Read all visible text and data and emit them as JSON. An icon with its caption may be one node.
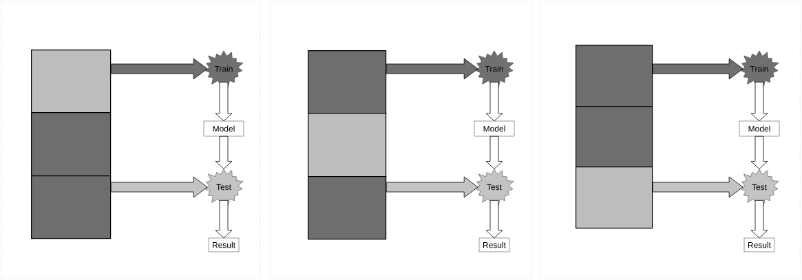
{
  "diagram": {
    "nodes": [
      {
        "text": [],
        "shape": "box"
      },
      {
        "text": [],
        "shape": "bar",
        "in": 0
      },
      {
        "text": [],
        "shape": "bar",
        "in": 0
      },
      {
        "text": [],
        "shape": "bar",
        "in": 0
      },
      {
        "text": [
          "Train"
        ],
        "in": 0
      },
      {
        "text": [
          "Model"
        ],
        "in": 0
      },
      {
        "text": [
          "Test"
        ],
        "in": 0
      },
      {
        "text": [
          "Result"
        ],
        "in": 0
      },
      {
        "text": [],
        "shape": "box"
      },
      {
        "text": [],
        "shape": "bar",
        "in": 8
      },
      {
        "text": [],
        "shape": "bar",
        "in": 8
      },
      {
        "text": [],
        "shape": "bar",
        "in": 8
      },
      {
        "text": [
          "Train"
        ],
        "in": 8
      },
      {
        "text": [
          "Model"
        ],
        "in": 8
      },
      {
        "text": [
          "Test"
        ],
        "in": 8
      },
      {
        "text": [
          "Result"
        ],
        "in": 8
      },
      {
        "text": [],
        "shape": "box"
      },
      {
        "text": [],
        "shape": "bar",
        "in": 16
      },
      {
        "text": [],
        "shape": "bar",
        "in": 16
      },
      {
        "text": [],
        "shape": "bar",
        "in": 16
      },
      {
        "text": [
          "Train"
        ],
        "in": 16
      },
      {
        "text": [
          "Model"
        ],
        "in": 16
      },
      {
        "text": [
          "Test"
        ],
        "in": 16
      },
      {
        "text": [
          "Result"
        ],
        "in": 16
      }
    ],
    "edges": [
      {
        "from": 1,
        "to": 4,
        "arrow": "to",
        "color": "#6f6f6f"
      },
      {
        "from": 4,
        "to": 5,
        "arrow": "to",
        "color": "#ffffff"
      },
      {
        "from": 5,
        "to": 6,
        "arrow": "to",
        "color": "#ffffff"
      },
      {
        "from": 3,
        "to": 6,
        "arrow": "to",
        "color": "#c4c4c4"
      },
      {
        "from": 6,
        "to": 7,
        "arrow": "to",
        "color": "#ffffff"
      },
      {
        "from": 9,
        "to": 12,
        "arrow": "to",
        "color": "#6f6f6f"
      },
      {
        "from": 12,
        "to": 13,
        "arrow": "to",
        "color": "#ffffff"
      },
      {
        "from": 13,
        "to": 14,
        "arrow": "to",
        "color": "#ffffff"
      },
      {
        "from": 11,
        "to": 14,
        "arrow": "to",
        "color": "#c4c4c4"
      },
      {
        "from": 14,
        "to": 15,
        "arrow": "to",
        "color": "#ffffff"
      },
      {
        "from": 17,
        "to": 20,
        "arrow": "to",
        "color": "#6f6f6f"
      },
      {
        "from": 20,
        "to": 21,
        "arrow": "to",
        "color": "#ffffff"
      },
      {
        "from": 21,
        "to": 22,
        "arrow": "to",
        "color": "#ffffff"
      },
      {
        "from": 19,
        "to": 22,
        "arrow": "to",
        "color": "#c4c4c4"
      },
      {
        "from": 22,
        "to": 23,
        "arrow": "to",
        "color": "#ffffff"
      }
    ]
  }
}
